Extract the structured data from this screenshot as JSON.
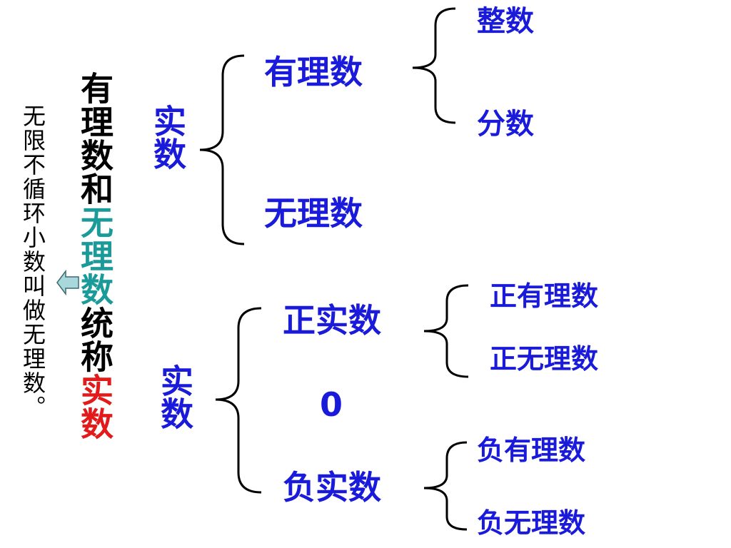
{
  "left": {
    "title_part1": "有理数和",
    "title_part2": "无理数",
    "title_part3": "统称",
    "title_part4": "实数",
    "note": "无限不循环小数叫做无理数。"
  },
  "tree1": {
    "root": "实数",
    "rational": "有理数",
    "irrational": "无理数",
    "integer": "整数",
    "fraction": "分数"
  },
  "tree2": {
    "root": "实数",
    "positive": "正实数",
    "zero": "0",
    "negative": "负实数",
    "pos_rational": "正有理数",
    "pos_irrational": "正无理数",
    "neg_rational": "负有理数",
    "neg_irrational": "负无理数"
  },
  "colors": {
    "blue": "#1a1adb",
    "teal": "#1b9a9a",
    "red": "#e21a1a",
    "arrow_fill": "#a9d8dc"
  }
}
